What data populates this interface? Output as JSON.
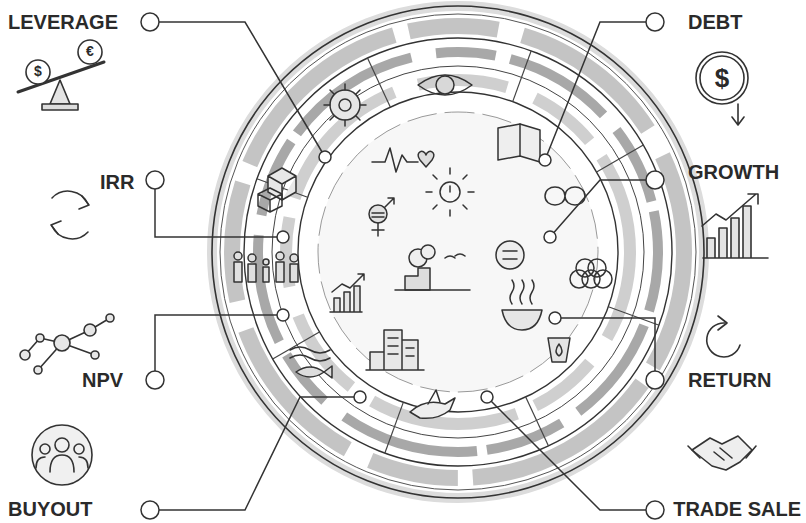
{
  "diagram": {
    "labels": [
      "LEVERAGE",
      "$",
      "€",
      "IRR",
      "NPV",
      "BUYOUT",
      "DEBT",
      "$",
      "GROWTH",
      "RETURN",
      "TRADE SALE"
    ]
  }
}
